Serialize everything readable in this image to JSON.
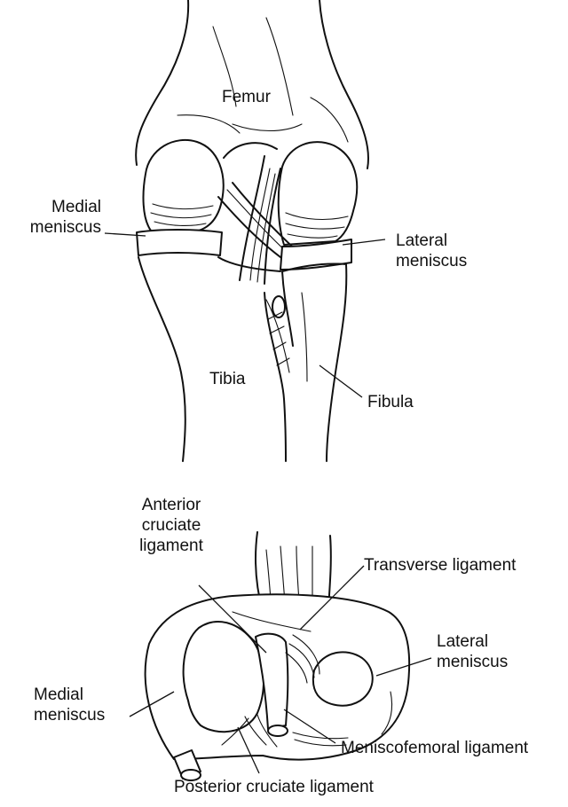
{
  "upper_view": {
    "labels": {
      "femur": "Femur",
      "medial_meniscus": [
        "Medial",
        "meniscus"
      ],
      "lateral_meniscus": [
        "Lateral",
        "meniscus"
      ],
      "tibia": "Tibia",
      "fibula": "Fibula"
    }
  },
  "lower_view": {
    "labels": {
      "acl": [
        "Anterior",
        "cruciate",
        "ligament"
      ],
      "transverse_ligament": "Transverse ligament",
      "lateral_meniscus": [
        "Lateral",
        "meniscus"
      ],
      "medial_meniscus": [
        "Medial",
        "meniscus"
      ],
      "meniscofemoral_ligament": "Meniscofemoral ligament",
      "pcl": "Posterior cruciate ligament"
    }
  }
}
